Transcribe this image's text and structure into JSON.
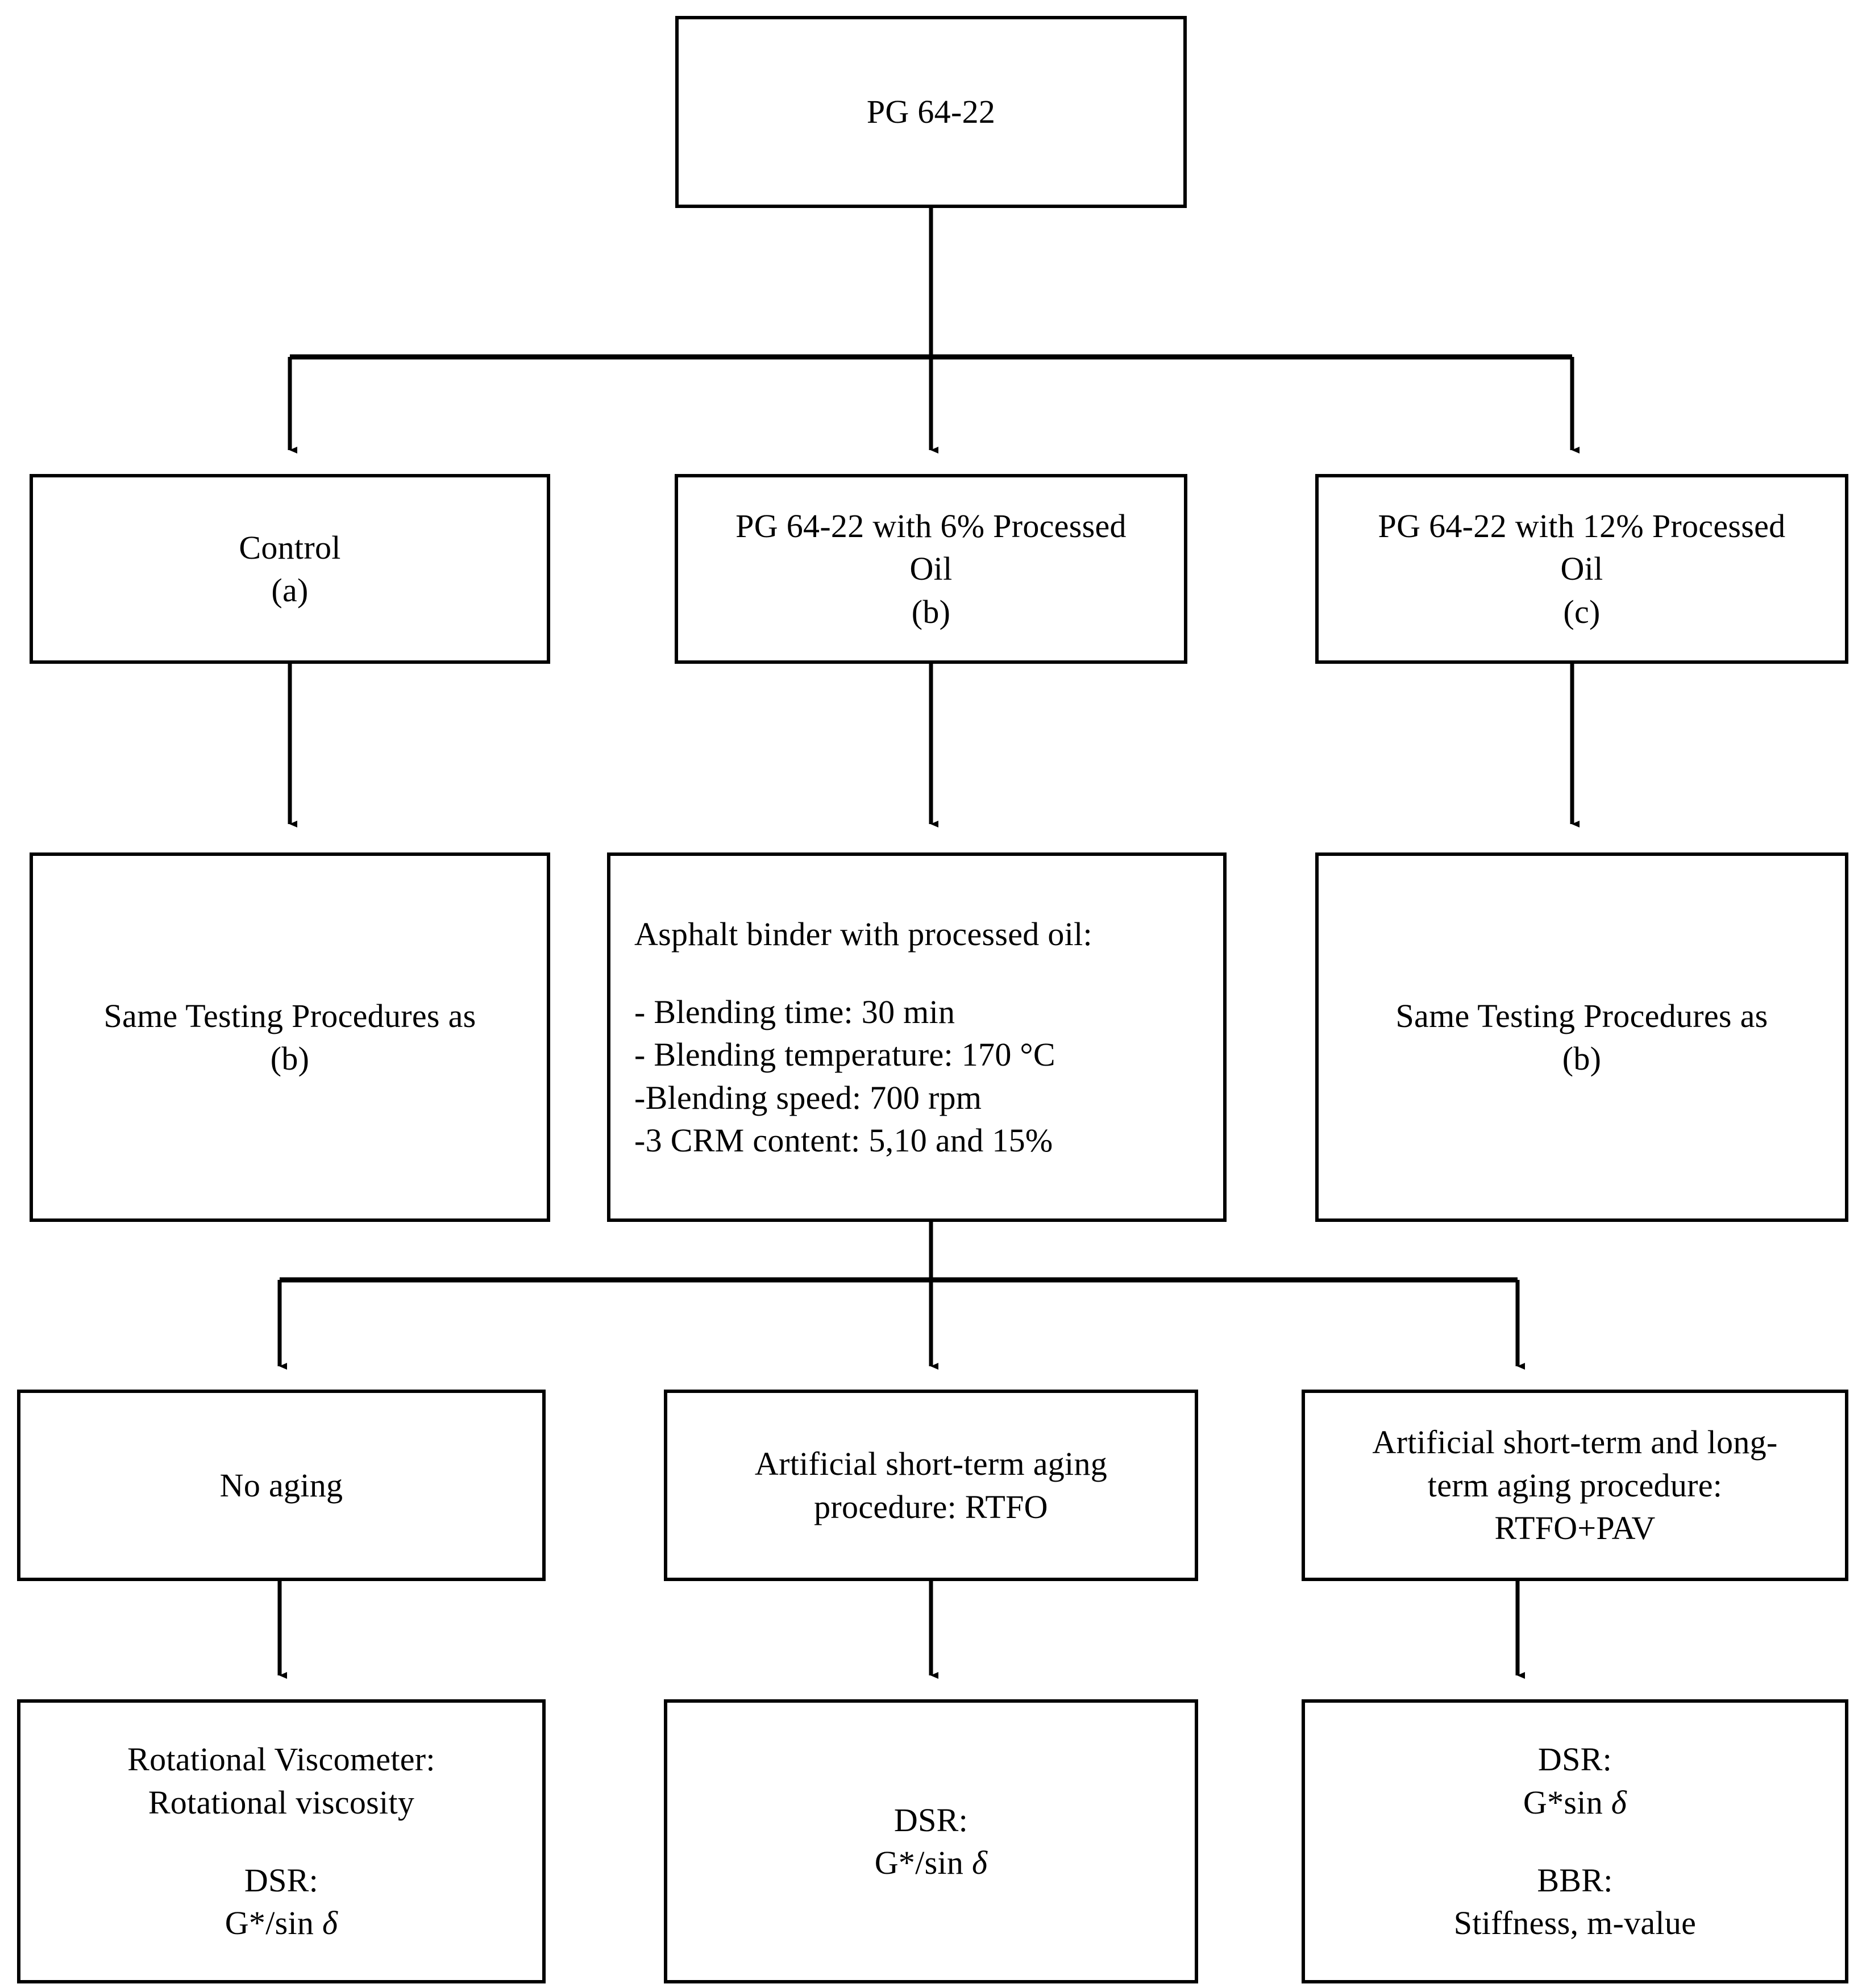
{
  "diagram": {
    "title": "Asphalt binder experimental program flowchart",
    "line_color": "#000000",
    "box_fill": "#ffffff",
    "nodes": {
      "base_binder": {
        "text": "PG 64-22"
      },
      "control": {
        "line1": "Control",
        "line2": "(a)"
      },
      "oil6": {
        "line1": "PG 64-22 with 6% Processed",
        "line2": "Oil",
        "line3": "(b)"
      },
      "oil12": {
        "line1": "PG 64-22 with 12% Processed",
        "line2": "Oil",
        "line3": "(c)"
      },
      "same_left": {
        "line1": "Same Testing Procedures as",
        "line2": "(b)"
      },
      "blend": {
        "heading": "Asphalt binder with processed oil:",
        "item1": "- Blending time: 30 min",
        "item2": "- Blending temperature: 170 °C",
        "item3": "-Blending speed: 700 rpm",
        "item4": "-3 CRM content: 5,10 and 15%"
      },
      "same_right": {
        "line1": "Same Testing Procedures as",
        "line2": "(b)"
      },
      "no_aging": {
        "line1": "No aging"
      },
      "rtfo": {
        "line1": "Artificial short-term aging",
        "line2": "procedure: RTFO"
      },
      "rtfo_pav": {
        "line1": "Artificial short-term and long-",
        "line2": "term aging procedure:",
        "line3": "RTFO+PAV"
      },
      "tests_left": {
        "line1": "Rotational Viscometer:",
        "line2": "Rotational viscosity",
        "line3": "DSR:",
        "line4": "G*/sin ",
        "delta": "δ"
      },
      "tests_mid": {
        "line1": "DSR:",
        "line2": "G*/sin ",
        "delta": "δ"
      },
      "tests_right": {
        "line1": "DSR:",
        "line2": "G*sin ",
        "delta1": "δ",
        "line3": "BBR:",
        "line4": "Stiffness, m-value"
      }
    }
  }
}
